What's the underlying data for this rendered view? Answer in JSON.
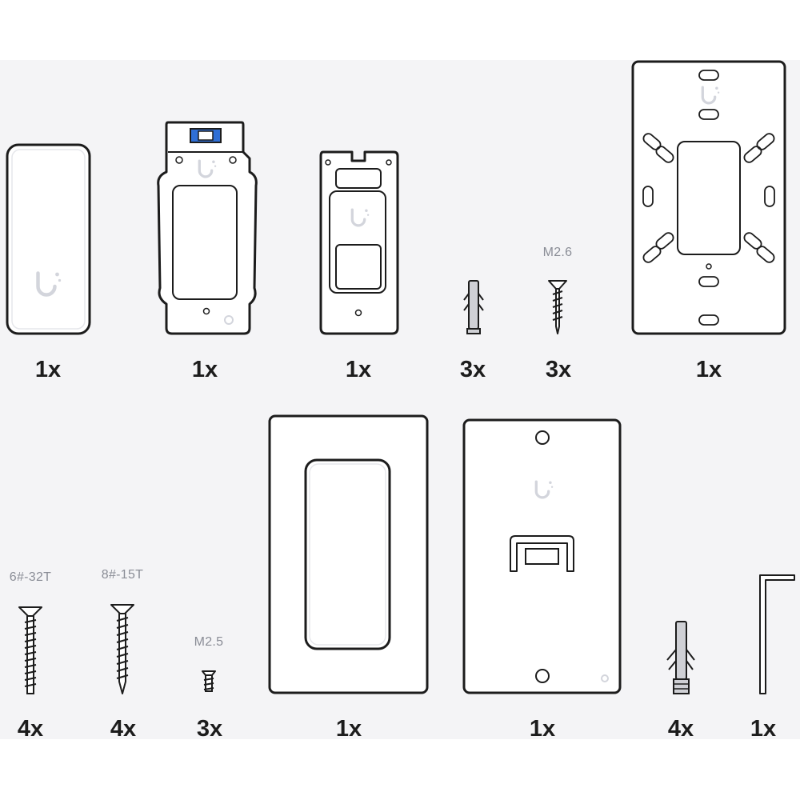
{
  "colors": {
    "background": "#f4f4f6",
    "outline": "#1c1c1c",
    "part_fill": "#ffffff",
    "logo": "#d3d5dc",
    "level_accent": "#2f6fd6",
    "spec_text": "#8a8d96"
  },
  "top_row": [
    {
      "name": "device-front-cover",
      "quantity": "1x",
      "spec": ""
    },
    {
      "name": "mounting-bracket-with-level",
      "quantity": "1x",
      "spec": ""
    },
    {
      "name": "small-mounting-plate",
      "quantity": "1x",
      "spec": ""
    },
    {
      "name": "wall-anchor",
      "quantity": "3x",
      "spec": ""
    },
    {
      "name": "screw",
      "quantity": "3x",
      "spec": "M2.6"
    },
    {
      "name": "large-mounting-plate",
      "quantity": "1x",
      "spec": ""
    }
  ],
  "bottom_row": [
    {
      "name": "long-screw",
      "quantity": "4x",
      "spec": "6#-32T"
    },
    {
      "name": "long-screw",
      "quantity": "4x",
      "spec": "8#-15T"
    },
    {
      "name": "small-screw",
      "quantity": "3x",
      "spec": "M2.5"
    },
    {
      "name": "wall-frame-plate",
      "quantity": "1x",
      "spec": ""
    },
    {
      "name": "wall-box-plate",
      "quantity": "1x",
      "spec": ""
    },
    {
      "name": "wall-anchor",
      "quantity": "4x",
      "spec": ""
    },
    {
      "name": "hex-key",
      "quantity": "1x",
      "spec": ""
    }
  ]
}
